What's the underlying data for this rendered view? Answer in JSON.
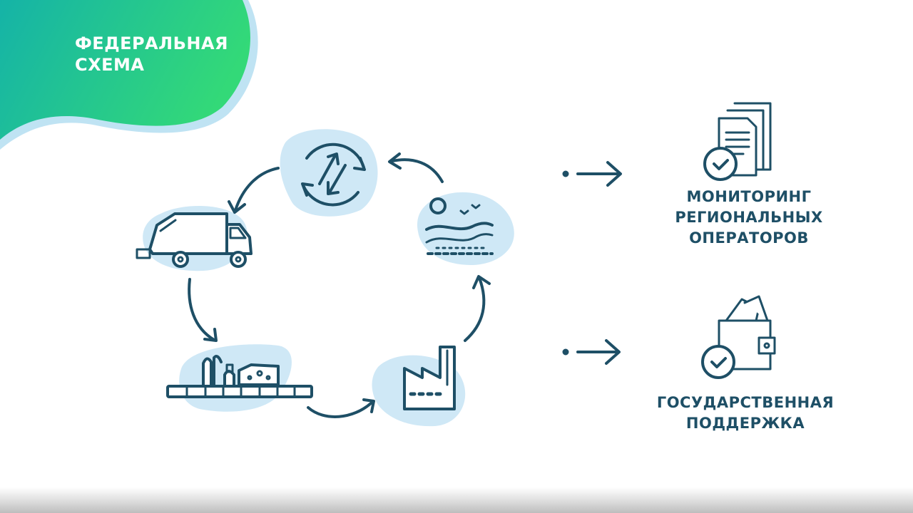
{
  "header": {
    "title_line1": "ФЕДЕРАЛЬНАЯ",
    "title_line2": "СХЕМА"
  },
  "cycle": {
    "stages": [
      {
        "icon": "recycle-arrows-icon"
      },
      {
        "icon": "landscape-icon"
      },
      {
        "icon": "factory-icon"
      },
      {
        "icon": "sorting-conveyor-icon"
      },
      {
        "icon": "garbage-truck-icon"
      }
    ]
  },
  "outcomes": [
    {
      "icon": "documents-check-icon",
      "lines": [
        "МОНИТОРИНГ",
        "РЕГИОНАЛЬНЫХ",
        "ОПЕРАТОРОВ"
      ]
    },
    {
      "icon": "wallet-check-icon",
      "lines": [
        "ГОСУДАРСТВЕННАЯ",
        "ПОДДЕРЖКА"
      ]
    }
  ],
  "colors": {
    "blob_teal": "#1dbf9f",
    "blob_green": "#2bd67f",
    "icon_stroke": "#1e4f66",
    "icon_bg": "#cfe8f6",
    "text": "#1e4f66"
  }
}
